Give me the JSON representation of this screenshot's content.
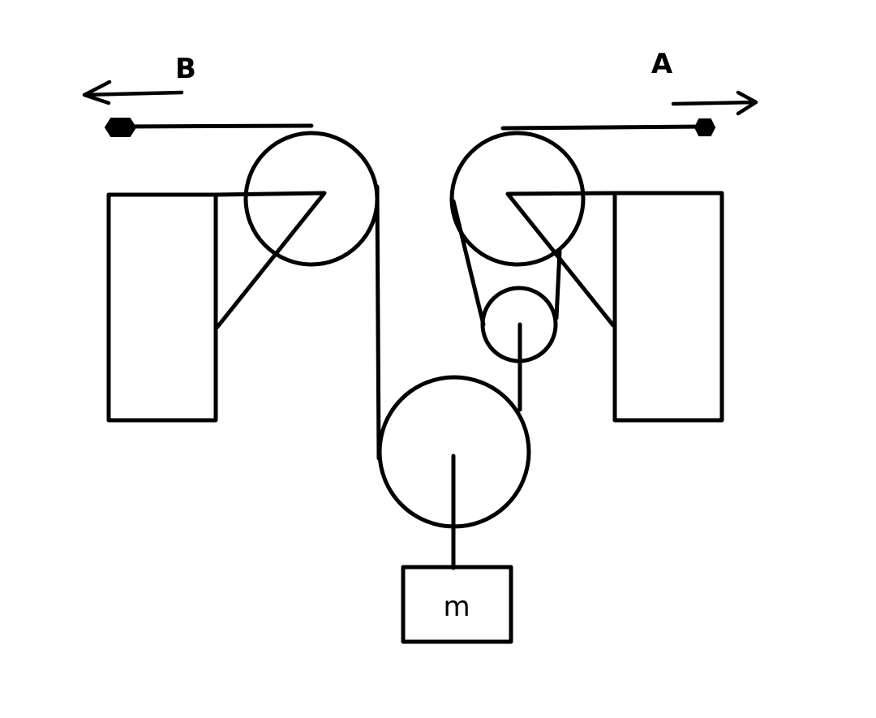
{
  "labels": {
    "left_end": "B",
    "right_end": "A",
    "mass": "m"
  }
}
